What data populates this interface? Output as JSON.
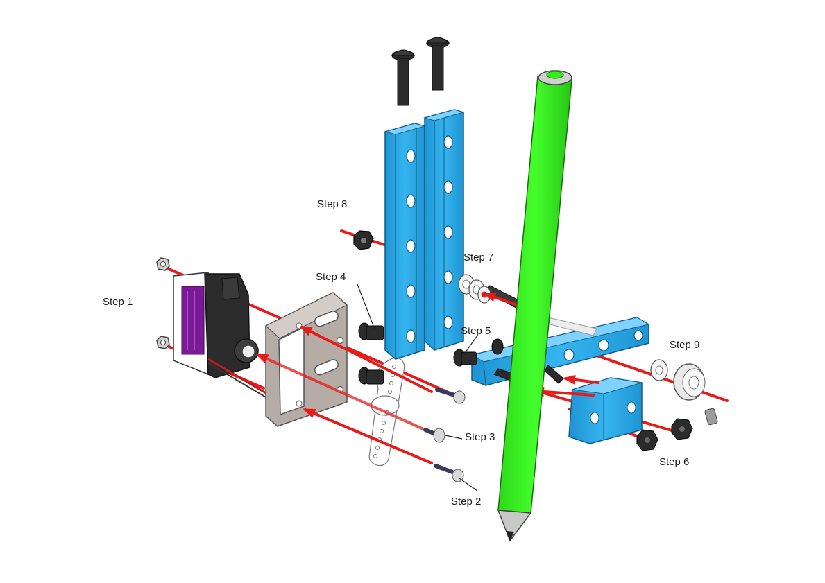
{
  "steps": {
    "step1": "Step 1",
    "step2": "Step 2",
    "step3": "Step 3",
    "step4": "Step 4",
    "step5": "Step 5",
    "step6": "Step 6",
    "step7": "Step 7",
    "step8": "Step 8",
    "step9": "Step 9"
  },
  "colors": {
    "profile_blue": "#29a8e6",
    "profile_blue_dark": "#1a7fb5",
    "pencil_green": "#33f01c",
    "arrow_red": "#e81a1a",
    "frame_grey": "#b5aca6",
    "servo_black": "#2b2b2b",
    "servo_label": "#8a1fa8"
  },
  "icons": [
    "servo-motor",
    "servo-bracket",
    "servo-horn",
    "aluminium-profile",
    "pencil",
    "bolt",
    "hex-nut",
    "washer",
    "bearing",
    "set-screw"
  ]
}
